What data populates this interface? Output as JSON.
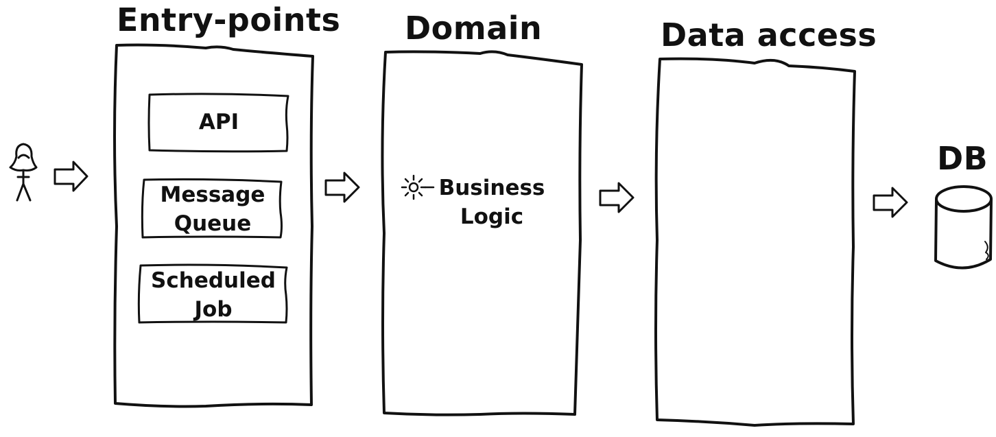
{
  "columns": {
    "entry_points": {
      "title": "Entry-points"
    },
    "domain": {
      "title": "Domain"
    },
    "data_access": {
      "title": "Data access"
    }
  },
  "entry_boxes": {
    "api": {
      "line1": "API"
    },
    "message_queue": {
      "line1": "Message",
      "line2": "Queue"
    },
    "scheduled_job": {
      "line1": "Scheduled",
      "line2": "Job"
    }
  },
  "business_logic": {
    "line1": "Business",
    "line2": "Logic",
    "icon": "sun-icon"
  },
  "database": {
    "title": "DB",
    "icon": "database-icon"
  },
  "user": {
    "icon": "person-icon"
  },
  "arrows": {
    "icon": "arrow-right-icon"
  },
  "colors": {
    "stroke": "#111111",
    "background": "#ffffff"
  }
}
